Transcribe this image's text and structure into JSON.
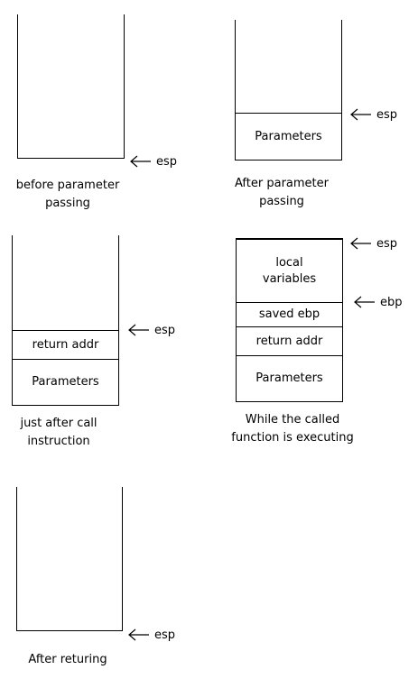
{
  "pointers": {
    "esp": "esp",
    "ebp": "ebp"
  },
  "frames": [
    {
      "caption": [
        "before parameter",
        "passing"
      ],
      "cells": []
    },
    {
      "caption": [
        "After parameter",
        "passing"
      ],
      "cells": [
        "Parameters"
      ]
    },
    {
      "caption": [
        "just after call",
        "instruction"
      ],
      "cells": [
        "return addr",
        "Parameters"
      ]
    },
    {
      "caption": [
        "While the called",
        "function is executing"
      ],
      "cells": [
        "local variables",
        "saved ebp",
        "return addr",
        "Parameters"
      ]
    },
    {
      "caption": [
        "After returing"
      ],
      "cells": []
    }
  ]
}
